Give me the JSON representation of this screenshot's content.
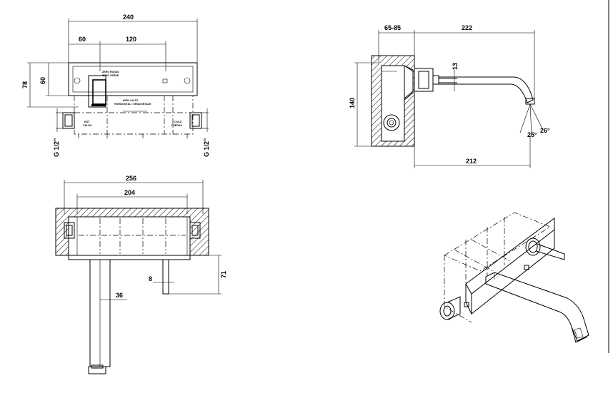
{
  "front_view": {
    "dims": {
      "width_total": "240",
      "offset_left": "60",
      "spacing": "120",
      "height_plate": "60",
      "height_total": "78",
      "thread_left": "G 1/2\"",
      "thread_right": "G 1/2\""
    },
    "notes": {
      "label_a": "ZERO ROSSO",
      "label_b": "ZERO VERDE",
      "level": "HIGH / ALTO",
      "level_sub": "HORIZONTAL / ORIZZONTALE",
      "hot": "HOT",
      "hot_sub": "CALDA",
      "cold": "COLD",
      "cold_sub": "FREDDA"
    }
  },
  "side_view": {
    "dims": {
      "wall_depth": "65-85",
      "spout_reach": "222",
      "spout_diam": "13",
      "height": "140",
      "spout_projection": "212",
      "angle_a": "25°",
      "angle_b": "26°"
    }
  },
  "top_view": {
    "dims": {
      "outer_width": "256",
      "inner_width": "204",
      "spout_width": "36",
      "lever_width": "8",
      "spout_projection": "71"
    }
  },
  "isometric_view": {}
}
